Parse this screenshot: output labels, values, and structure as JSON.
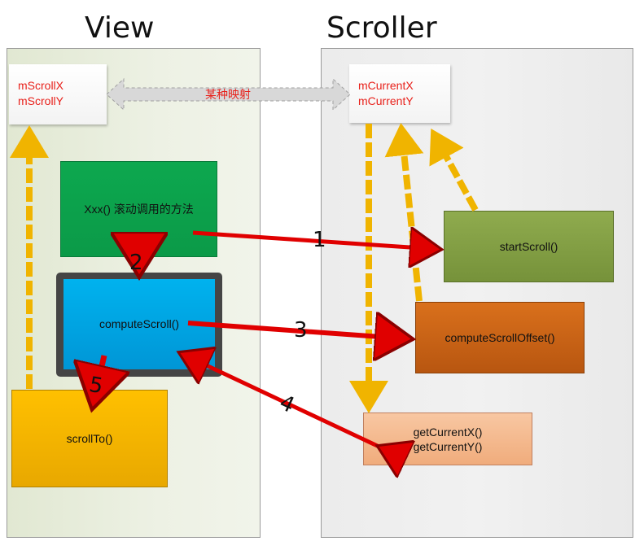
{
  "titles": {
    "view": "View",
    "scroller": "Scroller"
  },
  "view": {
    "vars": [
      "mScrollX",
      "mScrollY"
    ],
    "xxx_method": "Xxx() 滚动调用的方法",
    "compute_scroll": "computeScroll()",
    "scroll_to": "scrollTo()"
  },
  "scroller": {
    "vars": [
      "mCurrentX",
      "mCurrentY"
    ],
    "start_scroll": "startScroll()",
    "compute_scroll_offset": "computeScrollOffset()",
    "get_current": [
      "getCurrentX()",
      "getCurrentY()"
    ]
  },
  "mapping_label": "某种映射",
  "steps": [
    "1",
    "2",
    "3",
    "4",
    "5"
  ],
  "colors": {
    "red_arrow": "#e00000",
    "yellow_arrow": "#f0b400",
    "mapping_arrow": "#d0d0d0",
    "var_text": "#e8201a"
  }
}
